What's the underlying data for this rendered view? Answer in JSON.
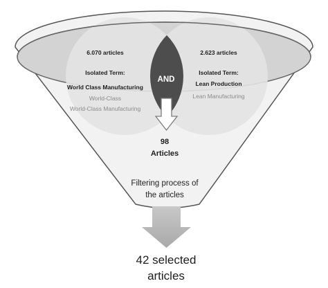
{
  "left_set": {
    "count": "6.070 articles",
    "term_heading": "Isolated Term:",
    "term_main": "World Class Manufacturing",
    "term_alt_1": "World-Class",
    "term_alt_2": "World-Class Manufacturing"
  },
  "right_set": {
    "count": "2.623 articles",
    "term_heading": "Isolated Term:",
    "term_main": "Lean Production",
    "term_alt_1": "Lean Manufacturing"
  },
  "intersection": {
    "label": "AND"
  },
  "intersection_result": {
    "count": "98",
    "unit": "Articles"
  },
  "filter_step": {
    "line_1": "Filtering process of",
    "line_2": "the articles"
  },
  "final_result": {
    "line_1": "42 selected",
    "line_2": "articles"
  },
  "colors": {
    "funnel_fill": "#f2f2f2",
    "ellipse_band": "#d3d3d3",
    "circle_fill": "#e3e3e3",
    "intersection_fill": "#4d4d4d",
    "arrow_fill": "#b5b5b5",
    "text": "#1e1e1e",
    "secondary_text": "#8a8a8a"
  }
}
